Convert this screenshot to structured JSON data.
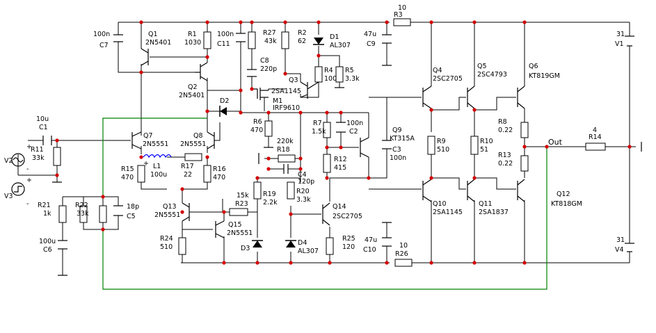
{
  "labels": {
    "C7": [
      "100n",
      "C7"
    ],
    "Q1": [
      "Q1",
      "2N5401"
    ],
    "R1": [
      "R1",
      "1030"
    ],
    "C11": [
      "100n",
      "C11"
    ],
    "R27": [
      "R27",
      "43k"
    ],
    "R2": [
      "R2",
      "62"
    ],
    "D1": [
      "D1",
      "AL307"
    ],
    "R3": [
      "10",
      "R3"
    ],
    "C9": [
      "47u",
      "C9"
    ],
    "V1": [
      "31",
      "V1"
    ],
    "Q2": [
      "Q2",
      "2N5401"
    ],
    "C8": [
      "C8",
      "220p"
    ],
    "Q3": [
      "Q3",
      "2SA1145"
    ],
    "R4": [
      "R4",
      "100"
    ],
    "R5": [
      "R5",
      "3.3k"
    ],
    "Q4": [
      "Q4",
      "2SC2705"
    ],
    "Q5": [
      "Q5",
      "2SC4793"
    ],
    "Q6": [
      "Q6",
      "KT819GM"
    ],
    "M1": [
      "M1",
      "IRF9610"
    ],
    "D2": [
      "D2"
    ],
    "C1": [
      "10u",
      "C1"
    ],
    "R11": [
      "R11",
      "33k"
    ],
    "Q7": [
      "Q7",
      "2N5551"
    ],
    "Q8": [
      "Q8",
      "2N5551"
    ],
    "R6": [
      "R6",
      "470"
    ],
    "R7": [
      "R7",
      "1.5k"
    ],
    "C2": [
      "100n",
      "C2"
    ],
    "Q9": [
      "Q9",
      "KT315A"
    ],
    "R9": [
      "R9",
      "510"
    ],
    "R10": [
      "R10",
      "51"
    ],
    "R8": [
      "R8",
      "0.22"
    ],
    "R13": [
      "R13",
      "0.22"
    ],
    "R14": [
      "4",
      "R14"
    ],
    "OUT": [
      "Out"
    ],
    "R18": [
      "220k",
      "R18"
    ],
    "C3": [
      "C3",
      "100n"
    ],
    "R12": [
      "R12",
      "415"
    ],
    "V2": [
      "V2"
    ],
    "L1": [
      "L1",
      "100u"
    ],
    "R17": [
      "R17",
      "22"
    ],
    "R15": [
      "R15",
      "470"
    ],
    "R16": [
      "R16",
      "470"
    ],
    "C4": [
      "C4",
      "120p"
    ],
    "V3": [
      "V3"
    ],
    "R19": [
      "R19",
      "2.2k"
    ],
    "R20": [
      "R20",
      "3.3k"
    ],
    "R23": [
      "15k",
      "R23"
    ],
    "Q10": [
      "Q10",
      "2SA1145"
    ],
    "Q11": [
      "Q11",
      "2SA1837"
    ],
    "Q12": [
      "Q12",
      "KT818GM"
    ],
    "R21": [
      "R21",
      "1k"
    ],
    "R22": [
      "R22",
      "33k"
    ],
    "C5": [
      "18p",
      "C5"
    ],
    "Q13": [
      "Q13",
      "2N5551"
    ],
    "Q15": [
      "Q15",
      "2N5551"
    ],
    "Q14": [
      "Q14",
      "2SC2705"
    ],
    "R24": [
      "R24",
      "510"
    ],
    "D3": [
      "D3"
    ],
    "D4": [
      "D4",
      "AL307"
    ],
    "R25": [
      "R25",
      "120"
    ],
    "C10": [
      "47u",
      "C10"
    ],
    "R26": [
      "10",
      "R26"
    ],
    "C6": [
      "100u",
      "C6"
    ],
    "V4": [
      "31",
      "V4"
    ],
    "SIGNS": [
      "+",
      "-",
      "+",
      "-",
      "+"
    ]
  },
  "colors": {
    "wire": "#000000",
    "feedback_wire": "#008000",
    "junction": "#d40000",
    "inductor": "#0000ff",
    "background": "#ffffff"
  }
}
